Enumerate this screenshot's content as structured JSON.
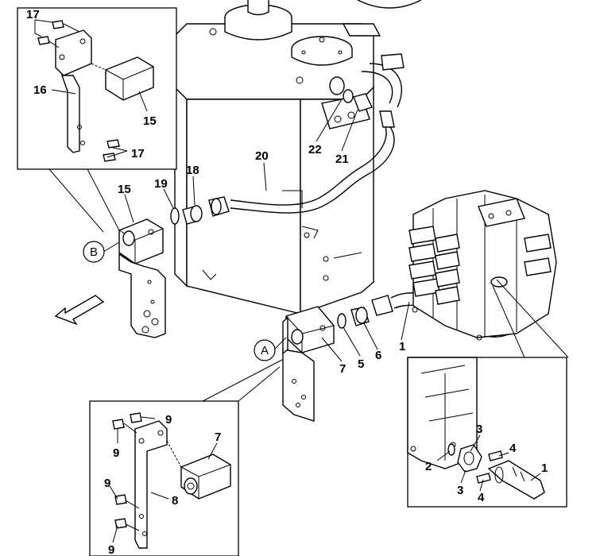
{
  "diagram": {
    "callouts": {
      "c17a": "17",
      "c16": "16",
      "c15a": "15",
      "c17b": "17",
      "c15b": "15",
      "c19": "19",
      "c18": "18",
      "c20": "20",
      "c22": "22",
      "c21": "21",
      "c7a": "7",
      "c5": "5",
      "c6": "6",
      "c1a": "1",
      "c9a": "9",
      "c7b": "7",
      "c9b": "9",
      "c9c": "9",
      "c8": "8",
      "c9d": "9",
      "c3a": "3",
      "c4a": "4",
      "c1b": "1",
      "c2": "2",
      "c3b": "3",
      "c4b": "4"
    },
    "view_refs": {
      "view_a": "A",
      "view_b": "B"
    }
  }
}
